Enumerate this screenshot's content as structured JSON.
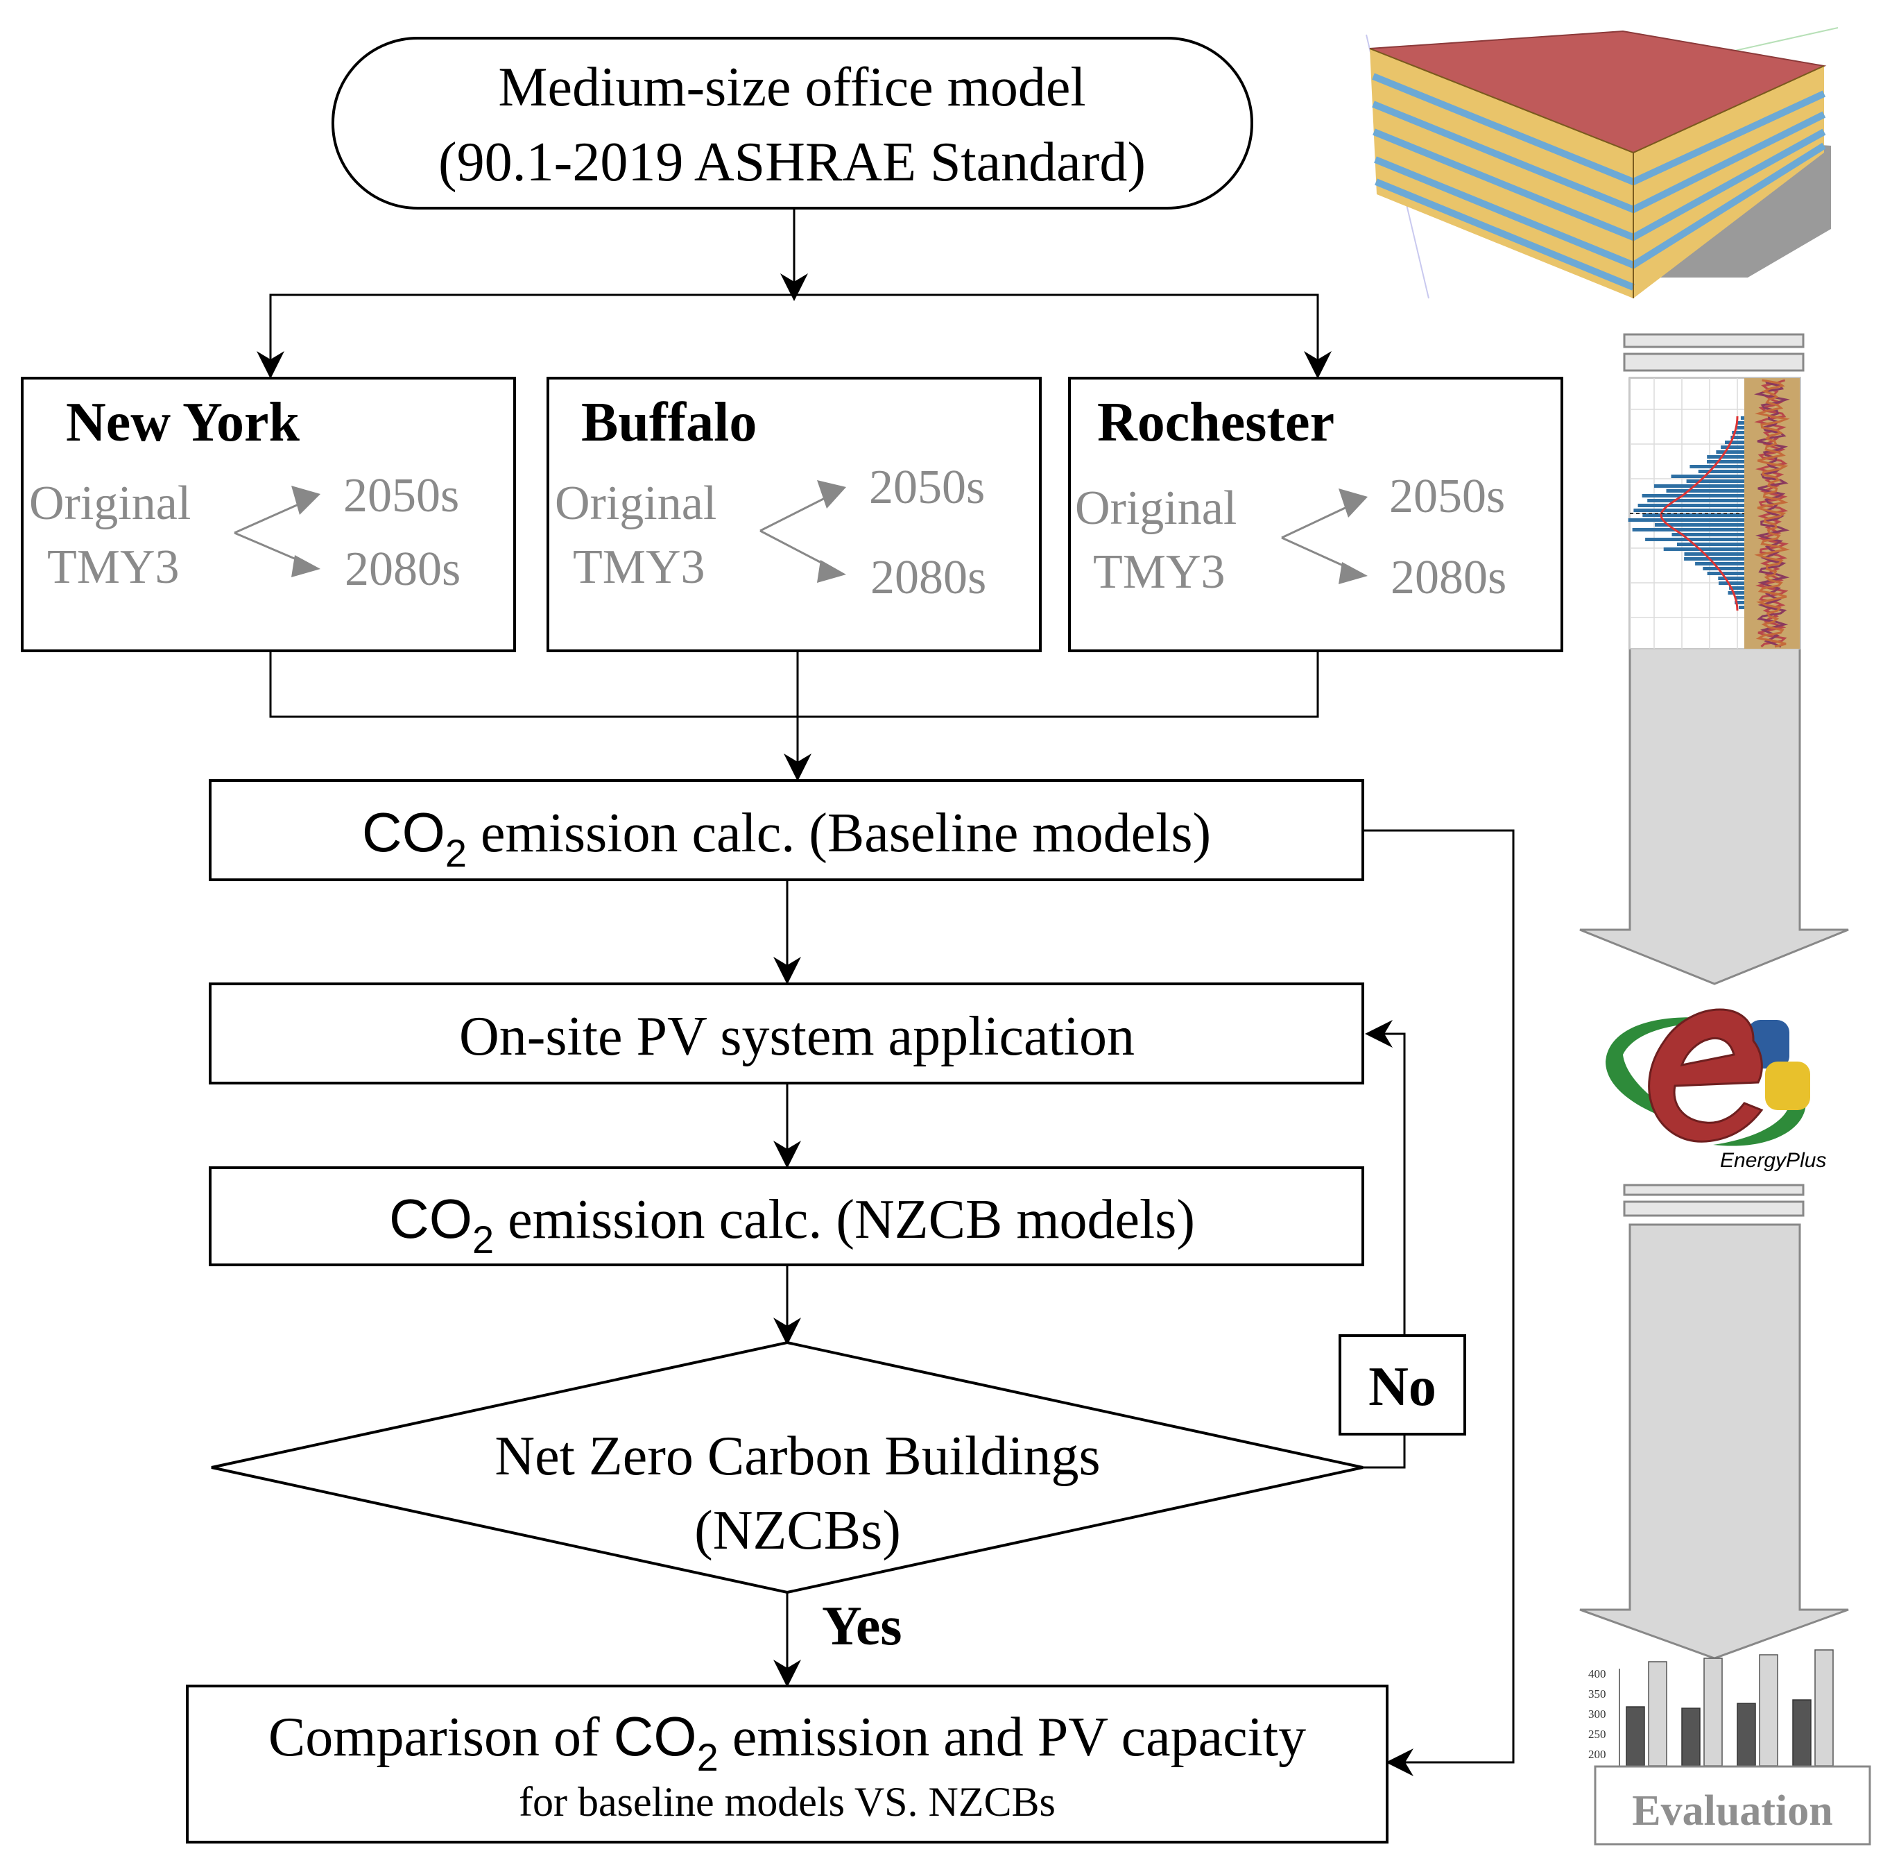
{
  "start": {
    "line1": "Medium-size office model",
    "line2": "(90.1-2019 ASHRAE Standard)"
  },
  "cities": [
    {
      "name": "New York",
      "orig1": "Original",
      "orig2": "TMY3",
      "y1": "2050s",
      "y2": "2080s"
    },
    {
      "name": "Buffalo",
      "orig1": "Original",
      "orig2": "TMY3",
      "y1": "2050s",
      "y2": "2080s"
    },
    {
      "name": "Rochester",
      "orig1": "Original",
      "orig2": "TMY3",
      "y1": "2050s",
      "y2": "2080s"
    }
  ],
  "steps": {
    "co2_baseline": {
      "co": "CO",
      "sub": "2",
      "rest": " emission calc. (Baseline models)"
    },
    "pv_application": "On-site PV system application",
    "co2_nzcb": {
      "co": "CO",
      "sub": "2",
      "rest": " emission calc. (NZCB models)"
    }
  },
  "decision": {
    "line1": "Net Zero Carbon Buildings",
    "line2": "(NZCBs)",
    "no": "No",
    "yes": "Yes"
  },
  "result": {
    "pre": "Comparison of ",
    "co": "CO",
    "sub": "2",
    "post": " emission and PV capacity",
    "line2": "for baseline models VS. NZCBs"
  },
  "sidebar": {
    "energyplus_label": "EnergyPlus",
    "evaluation_label": "Evaluation",
    "bar_ticks": [
      "400",
      "350",
      "300",
      "250",
      "200"
    ]
  },
  "colors": {
    "stroke": "#000000",
    "gray_text": "#8a8a8a",
    "roof": "#bf5a5a",
    "slab": "#e9c46a",
    "glass": "#8fc4e8",
    "hist": "#2e6fa3",
    "ep_red": "#a83232",
    "ep_green": "#2e8b3a",
    "ep_blue": "#2d5d9e",
    "ep_yellow": "#e8c12c"
  }
}
